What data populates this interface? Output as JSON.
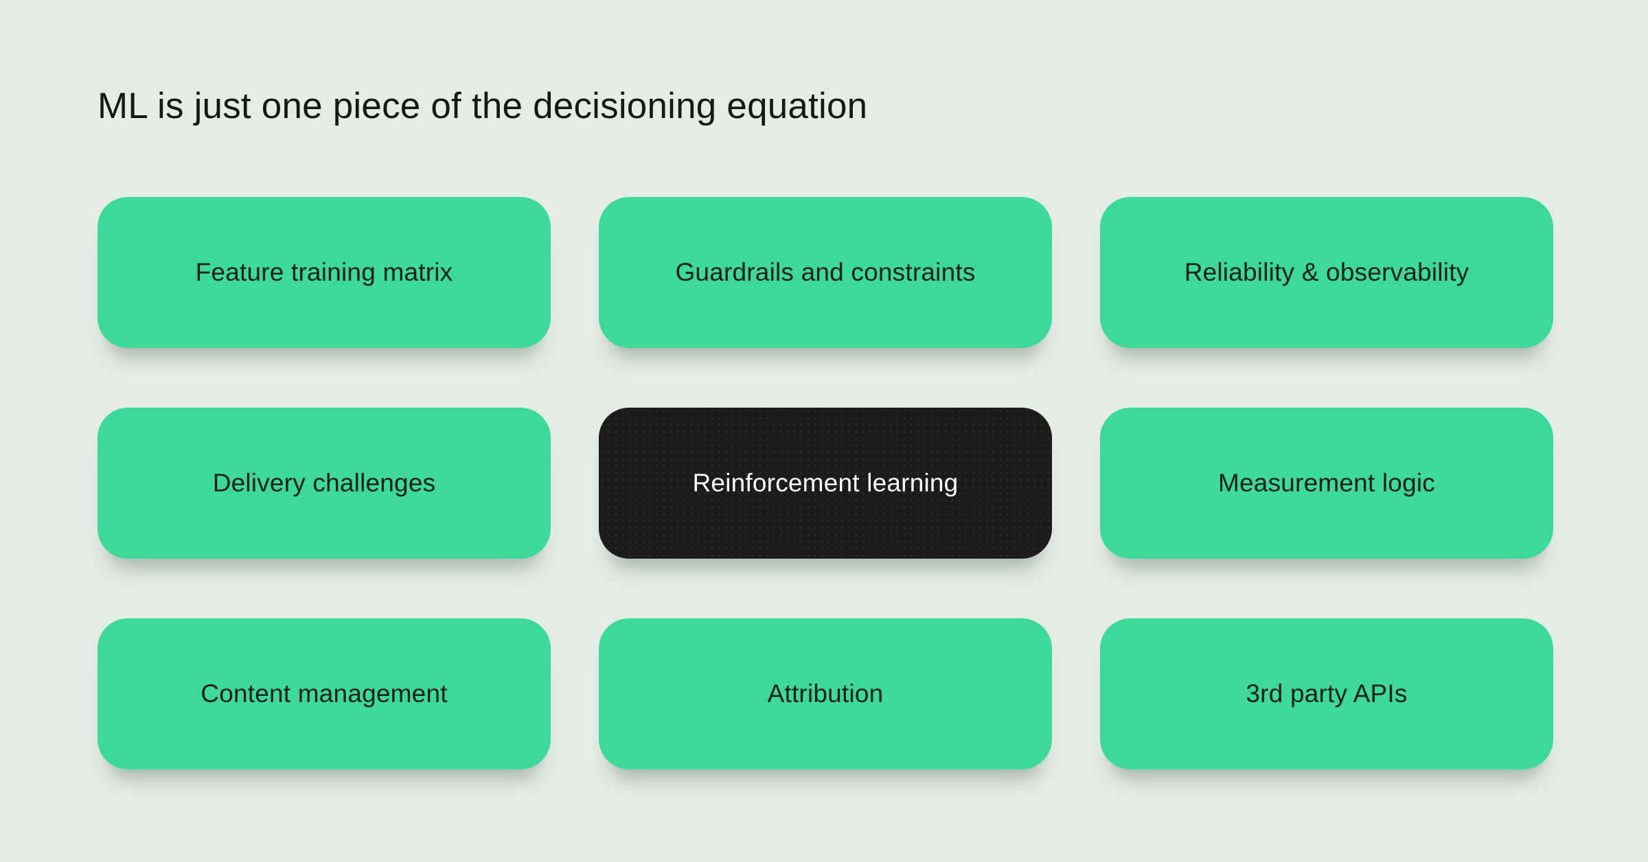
{
  "slide": {
    "title": "ML is just one piece of the decisioning equation"
  },
  "colors": {
    "background": "#e4ece6",
    "card_green": "#3dd998",
    "card_dark": "#1b1b1b",
    "title_text": "#151916",
    "card_text": "#1b201d",
    "card_text_inverse": "#ffffff"
  },
  "cards": [
    {
      "label": "Feature training matrix",
      "variant": "green"
    },
    {
      "label": "Guardrails and constraints",
      "variant": "green"
    },
    {
      "label": "Reliability & observability",
      "variant": "green"
    },
    {
      "label": "Delivery challenges",
      "variant": "green"
    },
    {
      "label": "Reinforcement learning",
      "variant": "dark"
    },
    {
      "label": "Measurement logic",
      "variant": "green"
    },
    {
      "label": "Content management",
      "variant": "green"
    },
    {
      "label": "Attribution",
      "variant": "green"
    },
    {
      "label": "3rd party APIs",
      "variant": "green"
    }
  ]
}
